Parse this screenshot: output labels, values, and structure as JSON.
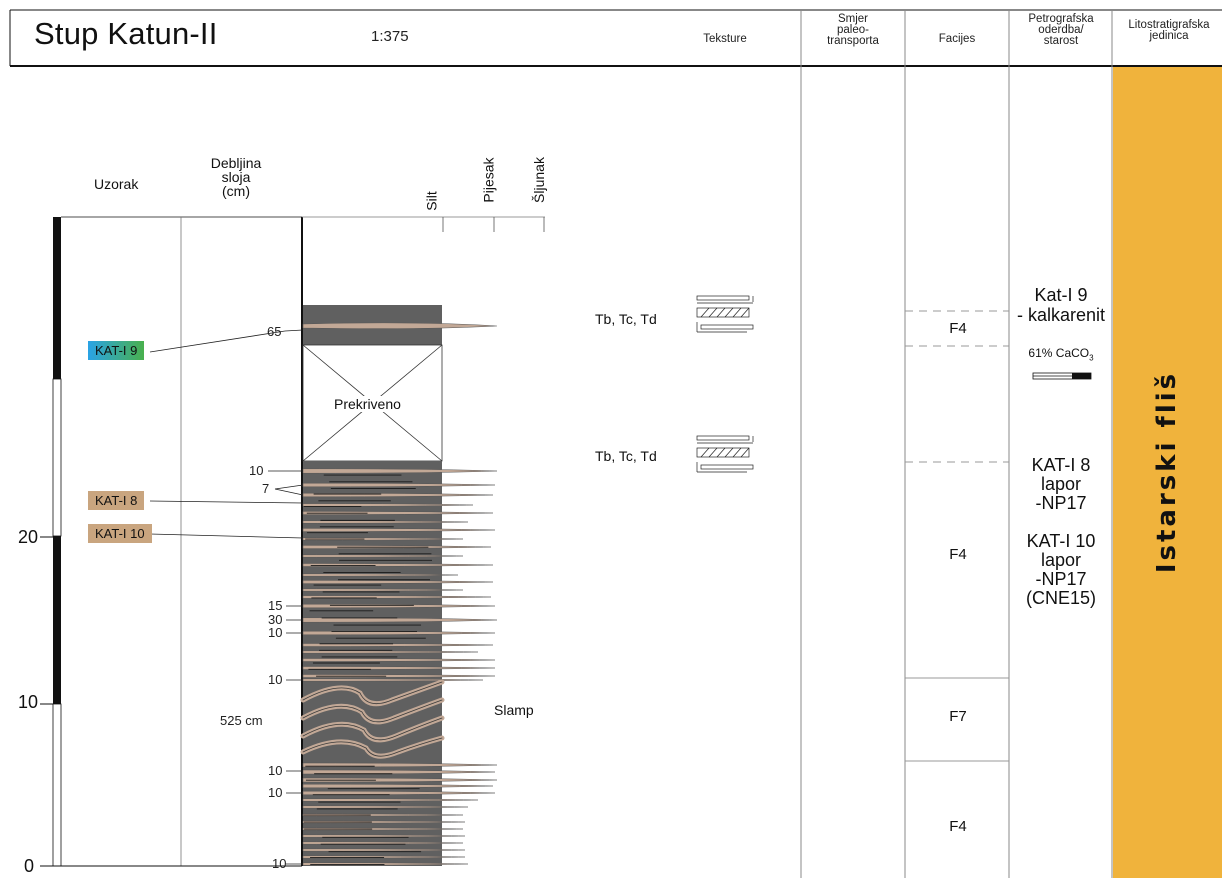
{
  "title": "Stup Katun-II",
  "scale": "1:375",
  "headers": {
    "teksture": "Teksture",
    "smjer": "Smjer\npaleo-\ntransporta",
    "facijes": "Facijes",
    "petro": "Petrografska\noderdba/\nstarost",
    "lito": "Litostratigrafska\njedinica"
  },
  "columns": {
    "uzorak": "Uzorak",
    "debljina": "Debljina\nsloja\n(cm)",
    "silt": "Silt",
    "pijesak": "Pijesak",
    "sljunak": "Šljunak"
  },
  "y_axis": {
    "labels": [
      "0",
      "10",
      "20"
    ]
  },
  "thickness_labels": [
    "65",
    "10",
    "7",
    "15",
    "30",
    "10",
    "10",
    "10",
    "10",
    "10"
  ],
  "annotations": {
    "prekriveno": "Prekriveno",
    "slamp": "Slamp",
    "total": "525 cm"
  },
  "textures": [
    "Tb, Tc, Td",
    "Tb, Tc, Td"
  ],
  "samples": [
    {
      "label": "KAT-I 9",
      "color": "#3aa0e0"
    },
    {
      "label": "KAT-I 8",
      "color": "#c9a57f"
    },
    {
      "label": "KAT-I 10",
      "color": "#c9a57f"
    }
  ],
  "facies": [
    "F4",
    "F4",
    "F7",
    "F4"
  ],
  "petrography": {
    "top": {
      "name": "Kat-I 9",
      "rock": "- kalkarenit",
      "carb": "61% CaCO",
      "sub": "3"
    },
    "mid": [
      "KAT-I 8",
      "lapor",
      "-NP17",
      "",
      "KAT-I 10",
      "lapor",
      "-NP17",
      "(CNE15)"
    ]
  },
  "unit": {
    "name": "Istarski fliš",
    "color": "#f0b33c"
  },
  "colors": {
    "bed": "#606060",
    "sand": "#c2a896",
    "black": "#111111"
  }
}
